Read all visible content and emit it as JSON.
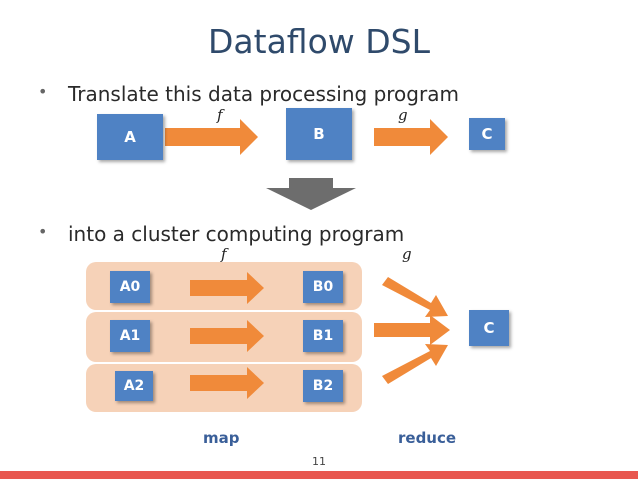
{
  "slide": {
    "title": "Dataflow DSL",
    "page_number": "11"
  },
  "bullets": [
    "Translate this data processing program",
    "into a cluster computing program"
  ],
  "top_flow": {
    "nodes": [
      "A",
      "B",
      "C"
    ],
    "functions": [
      "f",
      "g"
    ]
  },
  "cluster_flow": {
    "inputs": [
      "A0",
      "A1",
      "A2"
    ],
    "outputs": [
      "B0",
      "B1",
      "B2"
    ],
    "result": "C",
    "map_function": "f",
    "reduce_function": "g",
    "map_label": "map",
    "reduce_label": "reduce"
  },
  "colors": {
    "title": "#2f4a6b",
    "box": "#4f82c4",
    "arrow": "#f08a3a",
    "lane": "#f6d2b8",
    "down_arrow": "#6d6d6d",
    "footer": "#e8574f"
  }
}
